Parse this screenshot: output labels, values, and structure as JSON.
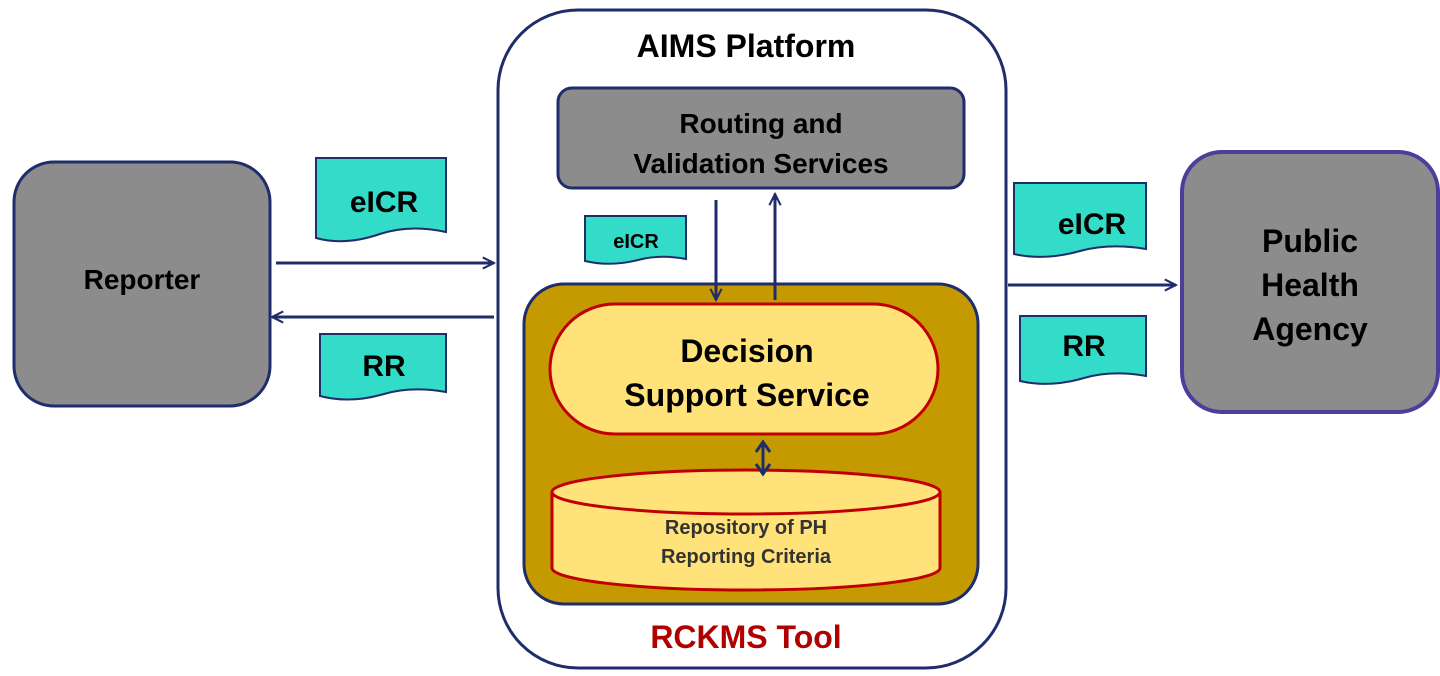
{
  "platform": {
    "title": "AIMS Platform"
  },
  "routing": {
    "line1": "Routing and",
    "line2": "Validation Services"
  },
  "reporter": {
    "label": "Reporter"
  },
  "agency": {
    "line1": "Public",
    "line2": "Health",
    "line3": "Agency"
  },
  "decision": {
    "line1": "Decision",
    "line2": "Support Service"
  },
  "repository": {
    "line1": "Repository of PH",
    "line2": "Reporting Criteria"
  },
  "tool": {
    "label": "RCKMS Tool"
  },
  "docs": {
    "eicr_left": "eICR",
    "rr_left": "RR",
    "eicr_inner": "eICR",
    "eicr_right": "eICR",
    "rr_right": "RR"
  },
  "colors": {
    "navy": "#1f2d6b",
    "gray_box": "#8c8c8c",
    "agency_border": "#4a3f9a",
    "tool_fill": "#c49a00",
    "cream": "#ffe27a",
    "red": "#c00000",
    "doc_fill": "#33dcc9",
    "tool_text": "#b00000"
  }
}
